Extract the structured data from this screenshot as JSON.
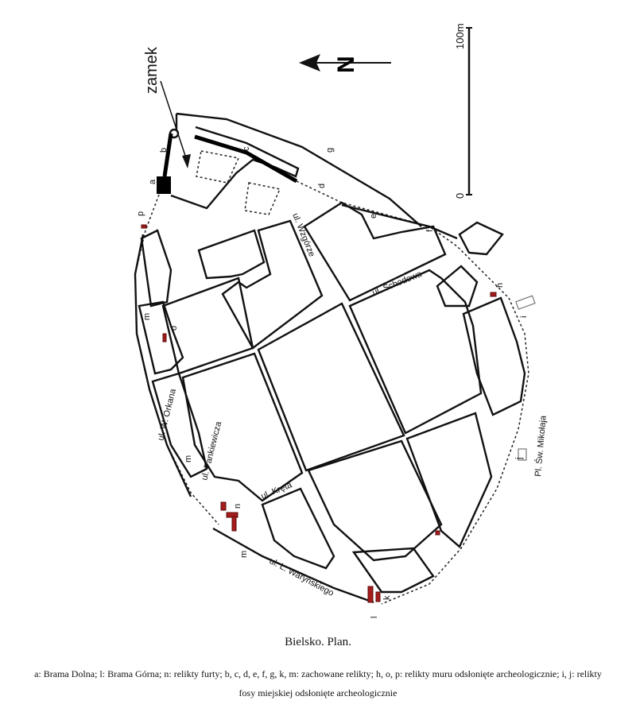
{
  "map": {
    "castle_label": "zamek",
    "north_label": "N",
    "scale": {
      "start": "0",
      "end": "100m"
    },
    "point_labels": [
      "a",
      "b",
      "c",
      "d",
      "e",
      "f",
      "g",
      "h",
      "i",
      "j",
      "k",
      "l",
      "m",
      "n",
      "o",
      "p"
    ],
    "streets": {
      "wzgorze": "ul. Wzgórze",
      "schodowa": "ul. Schodowa",
      "orkana": "ul. W. Orkana",
      "pankiewicza": "ul. Pankiewicza",
      "kreta": "ul. Kręta",
      "warynskiego": "ul. L. Waryńskiego",
      "mikolaja": "Pl. Św. Mikołaja"
    }
  },
  "caption": {
    "title": "Bielsko. Plan.",
    "legend": "a: Brama Dolna; l: Brama Górna; n: relikty furty; b, c, d, e, f, g, k, m: zachowane relikty; h, o, p: relikty muru odsłonięte archeologicznie; i, j: relikty fosy miejskiej odsłonięte archeologicznie"
  }
}
